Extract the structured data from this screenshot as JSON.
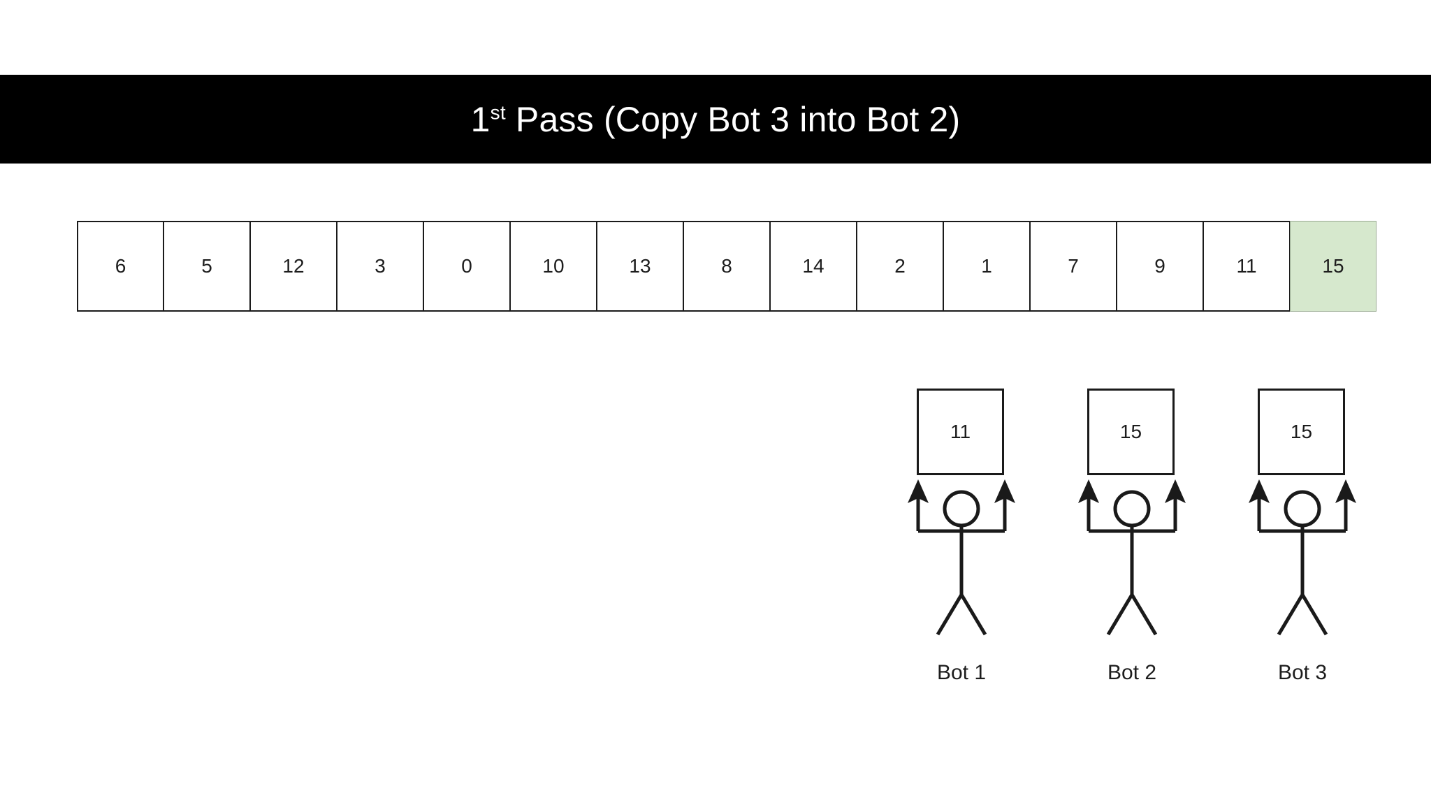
{
  "title": {
    "ordinal_number": "1",
    "ordinal_suffix": "st",
    "rest": " Pass (Copy Bot 3 into Bot 2)",
    "full_text": "1st Pass (Copy Bot 3 into Bot 2)",
    "background_color": "#000000",
    "text_color": "#ffffff"
  },
  "array": {
    "cells": [
      {
        "value": "6",
        "highlighted": false
      },
      {
        "value": "5",
        "highlighted": false
      },
      {
        "value": "12",
        "highlighted": false
      },
      {
        "value": "3",
        "highlighted": false
      },
      {
        "value": "0",
        "highlighted": false
      },
      {
        "value": "10",
        "highlighted": false
      },
      {
        "value": "13",
        "highlighted": false
      },
      {
        "value": "8",
        "highlighted": false
      },
      {
        "value": "14",
        "highlighted": false
      },
      {
        "value": "2",
        "highlighted": false
      },
      {
        "value": "1",
        "highlighted": false
      },
      {
        "value": "7",
        "highlighted": false
      },
      {
        "value": "9",
        "highlighted": false
      },
      {
        "value": "11",
        "highlighted": false
      },
      {
        "value": "15",
        "highlighted": true
      }
    ],
    "highlight_color": "#d6e8cd",
    "border_color": "#1a1a1a"
  },
  "bots": [
    {
      "label": "Bot 1",
      "held_value": "11"
    },
    {
      "label": "Bot 2",
      "held_value": "15"
    },
    {
      "label": "Bot 3",
      "held_value": "15"
    }
  ]
}
